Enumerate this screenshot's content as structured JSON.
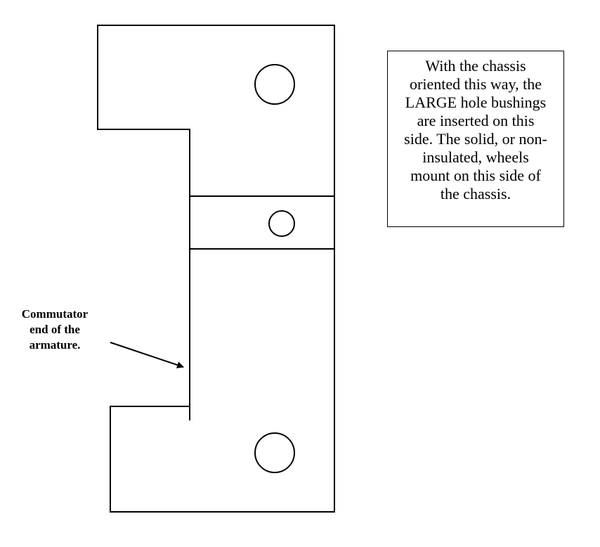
{
  "note": {
    "lines": [
      "With the chassis",
      "oriented this way, the",
      "LARGE hole bushings",
      "are inserted on this",
      "side. The solid, or non-",
      "insulated, wheels",
      "mount on this side of",
      "the chassis."
    ]
  },
  "callout": {
    "lines": [
      "Commutator",
      "end of the",
      "armature."
    ]
  },
  "colors": {
    "stroke": "#000000",
    "background": "#ffffff"
  }
}
